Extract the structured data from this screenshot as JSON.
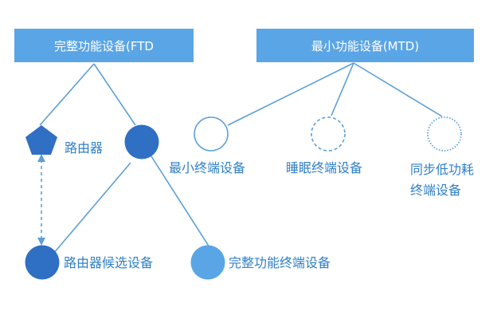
{
  "diagram": {
    "ftd_box_label": "完整功能设备(FTD",
    "mtd_box_label": "最小功能设备(MTD)",
    "router_label": "路由器",
    "router_candidate_label": "路由器候选设备",
    "full_function_end_label": "完整功能终端设备",
    "min_end_label": "最小终端设备",
    "sleep_end_label": "睡眠终端设备",
    "sync_low_power_label_line1": "同步低功耗",
    "sync_low_power_label_line2": "终端设备"
  },
  "colors": {
    "box_fill": "#5aa5e6",
    "text": "#2f7fc8",
    "node_dark": "#2f6fc4",
    "node_light": "#5aa5e6",
    "line": "#5b9fd8"
  }
}
